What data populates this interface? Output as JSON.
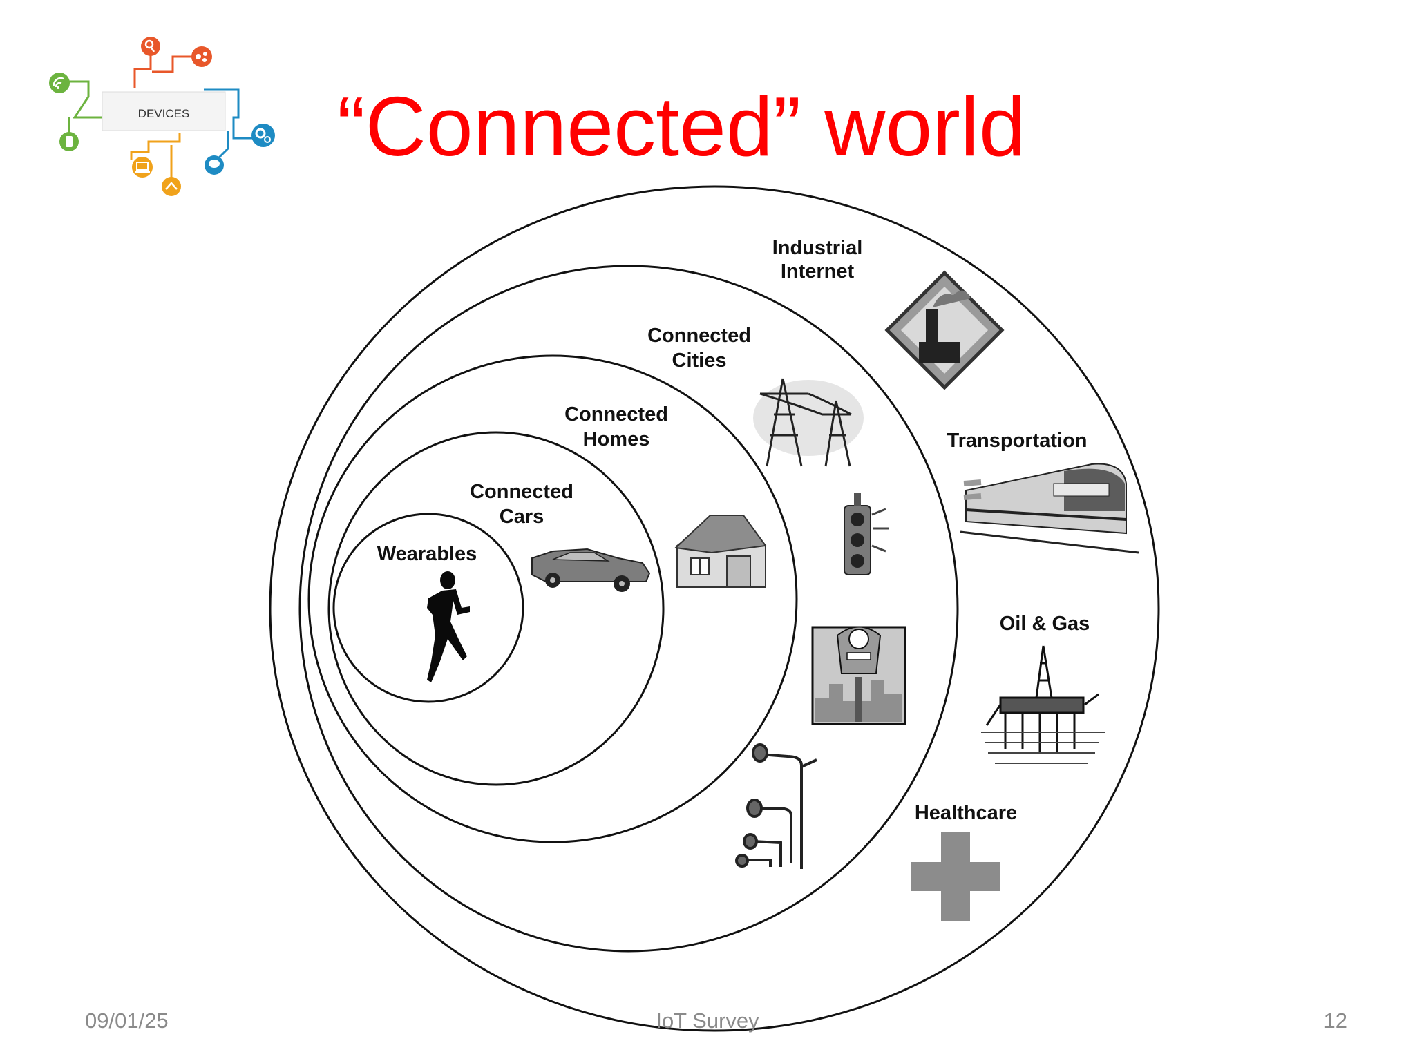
{
  "slide": {
    "title": "“Connected” world",
    "footer_date": "09/01/25",
    "footer_center": "IoT Survey",
    "page_number": "12"
  },
  "logo": {
    "label": "DEVICES"
  },
  "diagram": {
    "rings": [
      {
        "label_lines": [
          "Wearables"
        ],
        "icons": [
          "runner-icon"
        ]
      },
      {
        "label_lines": [
          "Connected",
          "Cars"
        ],
        "icons": [
          "car-icon"
        ]
      },
      {
        "label_lines": [
          "Connected",
          "Homes"
        ],
        "icons": [
          "house-icon"
        ]
      },
      {
        "label_lines": [
          "Connected",
          "Cities"
        ],
        "icons": [
          "power-tower-icon",
          "traffic-light-icon",
          "parking-meter-icon",
          "street-lamp-icon"
        ]
      },
      {
        "label_lines": [
          "Industrial",
          "Internet"
        ],
        "icons": [
          "factory-sign-icon"
        ]
      }
    ],
    "sectors": [
      {
        "label": "Transportation",
        "icon": "train-icon"
      },
      {
        "label": "Oil & Gas",
        "icon": "oil-rig-icon"
      },
      {
        "label": "Healthcare",
        "icon": "medical-cross-icon"
      }
    ]
  },
  "colors": {
    "title": "#ff0000",
    "footer": "#8a8a8a",
    "logo_orange": "#e8572a",
    "logo_green": "#6cb33f",
    "logo_blue": "#1e8bc3",
    "logo_yellow": "#f0a21b",
    "medical_cross": "#8c8c8c"
  }
}
